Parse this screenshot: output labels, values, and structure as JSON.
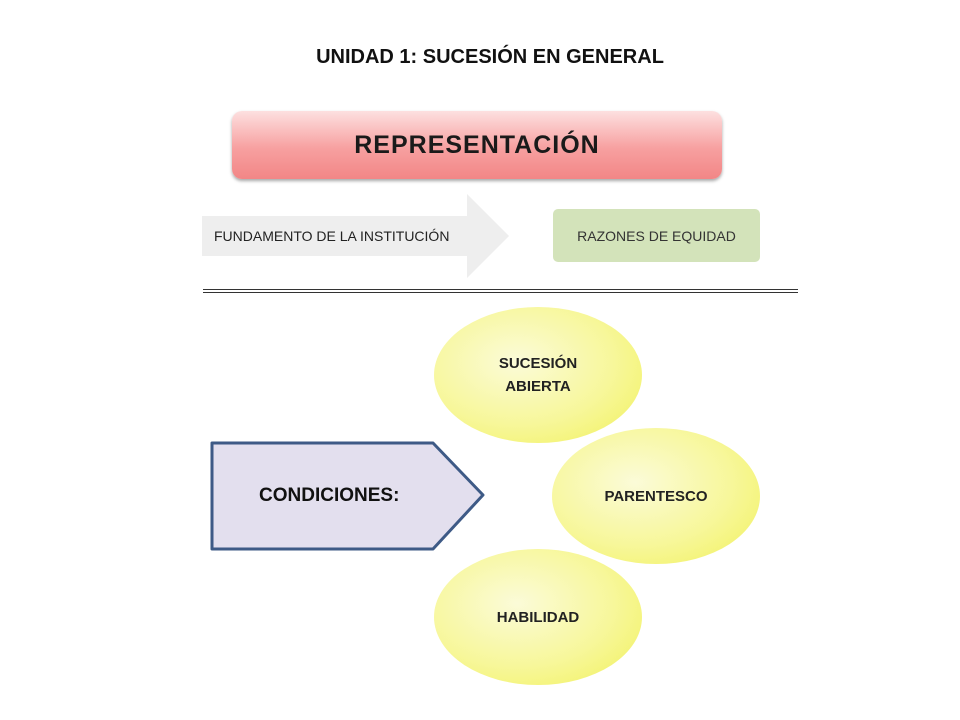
{
  "title": "UNIDAD 1: SUCESIÓN EN GENERAL",
  "main_box": {
    "label": "REPRESENTACIÓN"
  },
  "fundamento": {
    "label": "FUNDAMENTO DE LA INSTITUCIÓN"
  },
  "razones": {
    "label": "RAZONES DE EQUIDAD"
  },
  "condiciones": {
    "label": "CONDICIONES:"
  },
  "ellipses": [
    {
      "line1": "SUCESIÓN",
      "line2": "ABIERTA"
    },
    {
      "line1": "PARENTESCO"
    },
    {
      "line1": "HABILIDAD"
    }
  ],
  "colors": {
    "main_box": "#f7a0a0",
    "razones": "#d3e3ba",
    "arrow": "#eeeeee",
    "condiciones_fill": "#e3dfee",
    "condiciones_border": "#3e5a86",
    "ellipse_fill": "#f7f79a"
  }
}
